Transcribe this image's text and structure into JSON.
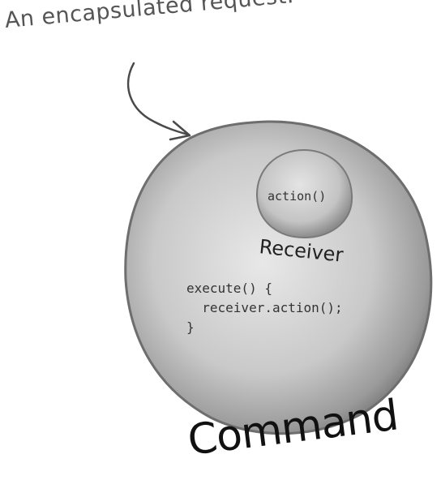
{
  "annotation": {
    "text": "An encapsulated request."
  },
  "receiver": {
    "label": "Receiver",
    "method": "action()"
  },
  "command": {
    "label": "Command",
    "code": {
      "line1": "execute() {",
      "line2": "  receiver.action();",
      "line3": "}"
    }
  }
}
